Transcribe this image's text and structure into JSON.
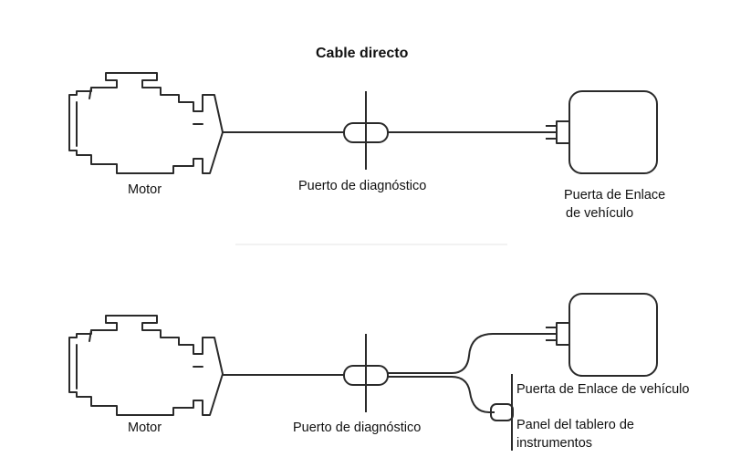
{
  "title": "Cable directo",
  "top": {
    "engine_label": "Motor",
    "port_label": "Puerto de diagnóstico",
    "gateway_label_line1": "Puerta de Enlace",
    "gateway_label_line2": "de vehículo"
  },
  "bottom": {
    "engine_label": "Motor",
    "port_label": "Puerto de diagnóstico",
    "gateway_label": "Puerta de Enlace de vehículo",
    "panel_label_line1": "Panel del tablero de",
    "panel_label_line2": "instrumentos"
  },
  "icons": {
    "engine": "engine-icon",
    "port": "diagnostic-port-icon",
    "gateway": "gateway-box-icon",
    "panel_connector": "connector-plug-icon"
  }
}
